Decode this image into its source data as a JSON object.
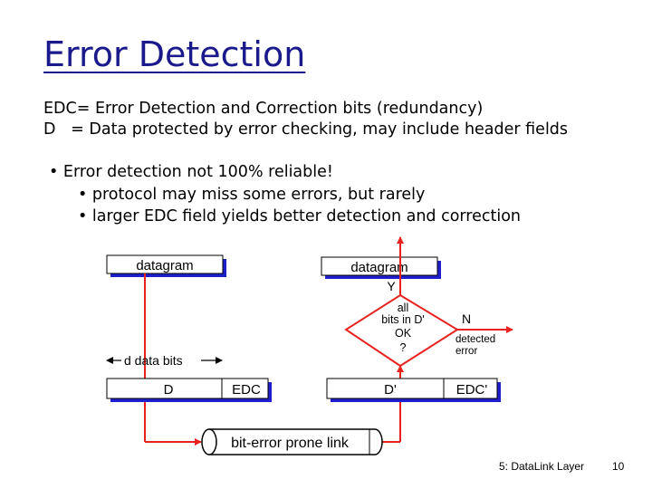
{
  "slide": {
    "title": "Error Detection",
    "def_edc": "EDC= Error Detection and Correction bits (redundancy)",
    "def_d": "D   = Data protected by error checking, may include header fields",
    "bullet_main": "• Error detection not 100% reliable!",
    "sub_bullets": [
      "• protocol may miss some errors, but rarely",
      "• larger EDC field yields better detection and correction"
    ]
  },
  "diagram": {
    "left_datagram": "datagram",
    "right_datagram": "datagram",
    "d_data_bits": "d data bits",
    "left_d": "D",
    "left_edc": "EDC",
    "right_d": "D'",
    "right_edc": "EDC'",
    "link": "bit-error prone link",
    "decision_lines": [
      "all",
      "bits in D'",
      "OK",
      "?"
    ],
    "yes_label": "Y",
    "no_label": "N",
    "detected_error_lines": [
      "detected",
      "error"
    ]
  },
  "footer": {
    "chapter": "5: DataLink Layer",
    "page": "10"
  },
  "colors": {
    "title": "#1a1a8c",
    "arrow": "#e8231f",
    "box_shadow": "#1e1ecc"
  }
}
